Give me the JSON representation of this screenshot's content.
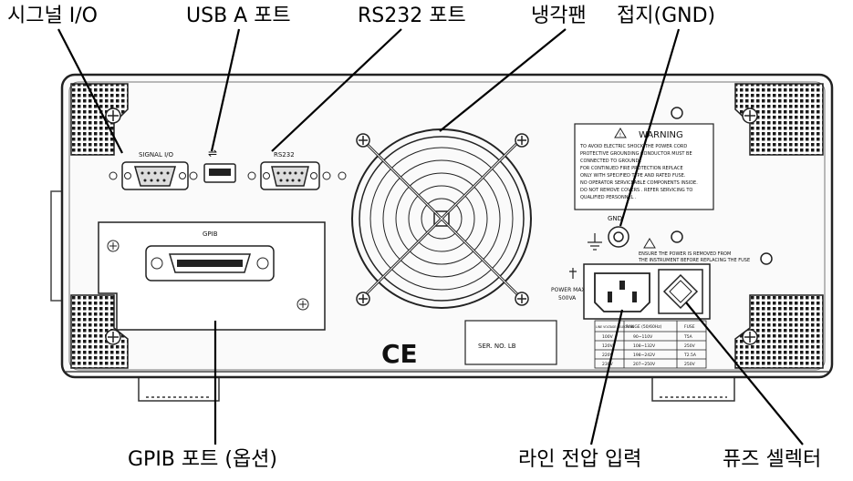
{
  "callouts": {
    "signal_io": "시그널 I/O",
    "usb_a": "USB A 포트",
    "rs232": "RS232 포트",
    "cooling_fan": "냉각팬",
    "ground": "접지(GND)",
    "gpib": "GPIB 포트 (옵션)",
    "line_input": "라인 전압 입력",
    "fuse_selector": "퓨즈 셀렉터"
  },
  "panel": {
    "signal_io_label": "SIGNAL I/O",
    "usb_symbol": "⇌",
    "rs232_label": "RS232",
    "gpib_label": "GPIB",
    "gnd_label": "GND",
    "ce_mark": "CE",
    "serial_label": "SER. NO. LB",
    "power_label_1": "POWER MAX.",
    "power_label_2": "500VA",
    "warning": {
      "title": "WARNING",
      "lines": [
        "TO AVOID ELECTRIC SHOCK THE POWER CORD",
        "PROTECTIVE GROUNDING CONDUCTOR MUST BE",
        "CONNECTED TO GROUND .",
        "FOR CONTINUED FIRE PROTECTION REPLACE",
        "ONLY WITH SPECIFIED TYPE AND RATED FUSE.",
        "NO OPERATOR SERVICEABLE COMPONENTS INSIDE.",
        "DO NOT REMOVE COVERS . REFER SERVICING TO",
        "QUALIFIED PERSONNEL ."
      ]
    },
    "fuse_warning": [
      "ENSURE THE POWER IS REMOVED FROM",
      "THE INSTRUMENT BEFORE REPLACING THE FUSE"
    ],
    "fuse_table": {
      "headers": [
        "LINE VOLTAGE SELECTION",
        "RANGE (50/60Hz)",
        "FUSE"
      ],
      "rows": [
        [
          "100V",
          "90~110V",
          "T5A"
        ],
        [
          "120V",
          "108~132V",
          "250V"
        ],
        [
          "220V",
          "198~242V",
          "T2.5A"
        ],
        [
          "230V",
          "207~250V",
          "250V"
        ]
      ]
    }
  }
}
